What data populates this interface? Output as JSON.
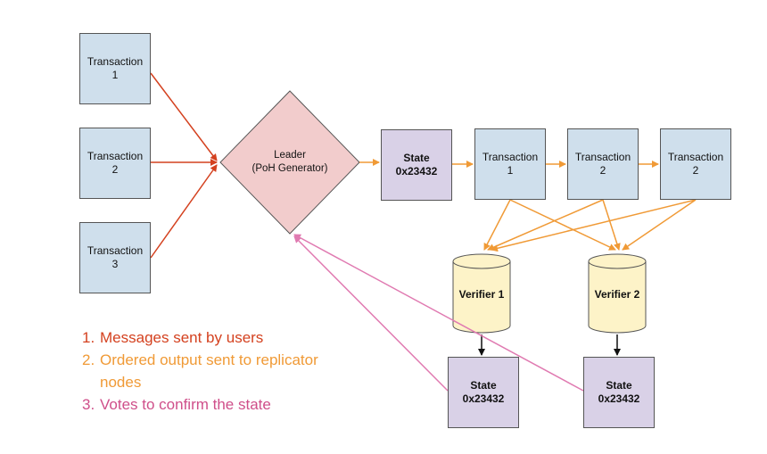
{
  "nodes": {
    "tx_user_1": {
      "label": "Transaction",
      "sub": "1"
    },
    "tx_user_2": {
      "label": "Transaction",
      "sub": "2"
    },
    "tx_user_3": {
      "label": "Transaction",
      "sub": "3"
    },
    "leader": {
      "label": "Leader",
      "sub": "(PoH Generator)"
    },
    "state_main": {
      "label": "State",
      "sub": "0x23432"
    },
    "tx_chain_1": {
      "label": "Transaction",
      "sub": "1"
    },
    "tx_chain_2": {
      "label": "Transaction",
      "sub": "2"
    },
    "tx_chain_3": {
      "label": "Transaction",
      "sub": "2"
    },
    "verifier_1": {
      "label": "Verifier 1"
    },
    "verifier_2": {
      "label": "Verifier 2"
    },
    "state_v1": {
      "label": "State",
      "sub": "0x23432"
    },
    "state_v2": {
      "label": "State",
      "sub": "0x23432"
    }
  },
  "legend": [
    {
      "num": "1.",
      "text": "Messages sent by users",
      "color": "#d4411f"
    },
    {
      "num": "2.",
      "text": "Ordered output sent to replicator nodes",
      "color": "#f09a36"
    },
    {
      "num": "3.",
      "text": "Votes to confirm the state",
      "color": "#cf4f8a"
    }
  ],
  "colors": {
    "user_arrow": "#d4411f",
    "ordered_arrow": "#f09a36",
    "vote_arrow": "#e07ab1",
    "transaction_fill": "#cfdfec",
    "state_fill": "#d9d1e7",
    "leader_fill": "#f2cccc",
    "verifier_fill": "#fdf3c8"
  }
}
